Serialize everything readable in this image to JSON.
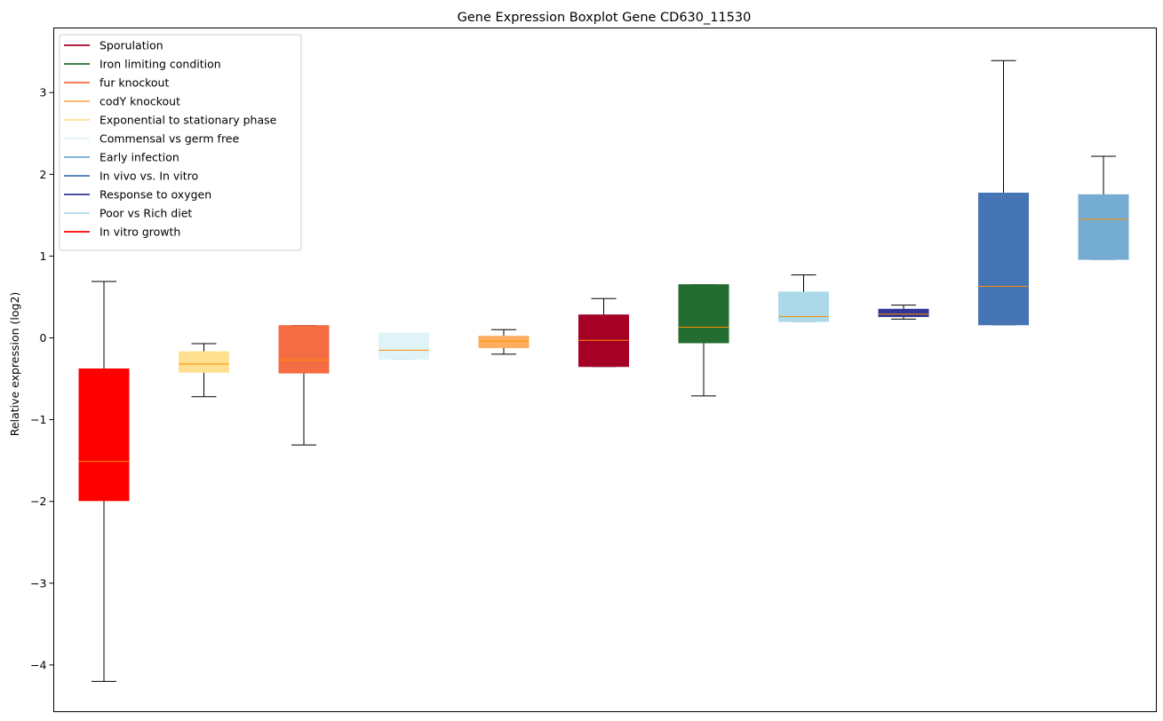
{
  "chart_data": {
    "type": "box",
    "title": "Gene Expression Boxplot Gene CD630_11530",
    "xlabel": "",
    "ylabel": "Relative expression (log2)",
    "ylim": [
      -4.57,
      3.8
    ],
    "yticks": [
      -4,
      -3,
      -2,
      -1,
      0,
      1,
      2,
      3
    ],
    "ytick_labels": [
      "−4",
      "−3",
      "−2",
      "−1",
      "0",
      "1",
      "2",
      "3"
    ],
    "x_ticks_shown": false,
    "legend": {
      "location": "upper-left",
      "entries": [
        {
          "label": "Sporulation",
          "color": "#a50026"
        },
        {
          "label": "Iron limiting condition",
          "color": "#226d2f"
        },
        {
          "label": "fur knockout",
          "color": "#f46d43"
        },
        {
          "label": "codY knockout",
          "color": "#fdae61"
        },
        {
          "label": "Exponential to stationary phase",
          "color": "#fee090"
        },
        {
          "label": "Commensal vs germ free",
          "color": "#e0f3f8"
        },
        {
          "label": "Early infection",
          "color": "#74add1"
        },
        {
          "label": "In vivo vs. In vitro",
          "color": "#4575b4"
        },
        {
          "label": "Response to oxygen",
          "color": "#313695"
        },
        {
          "label": "Poor vs Rich diet",
          "color": "#abd9e9"
        },
        {
          "label": "In vitro growth",
          "color": "#ff0000"
        }
      ]
    },
    "median_color": "#ff8c00",
    "boxes": [
      {
        "condition": "In vitro growth",
        "color": "#ff0000",
        "whislo": -4.2,
        "q1": -1.99,
        "med": -1.51,
        "q3": -0.38,
        "whishi": 0.69
      },
      {
        "condition": "Exponential to stationary phase",
        "color": "#fee090",
        "whislo": -0.72,
        "q1": -0.42,
        "med": -0.32,
        "q3": -0.17,
        "whishi": -0.07
      },
      {
        "condition": "fur knockout",
        "color": "#f46d43",
        "whislo": -1.31,
        "q1": -0.43,
        "med": -0.27,
        "q3": 0.15,
        "whishi": 0.15
      },
      {
        "condition": "Commensal vs germ free",
        "color": "#e0f3f8",
        "whislo": -0.26,
        "q1": -0.26,
        "med": -0.15,
        "q3": 0.06,
        "whishi": 0.06
      },
      {
        "condition": "codY knockout",
        "color": "#fdae61",
        "whislo": -0.2,
        "q1": -0.12,
        "med": -0.04,
        "q3": 0.02,
        "whishi": 0.1
      },
      {
        "condition": "Sporulation",
        "color": "#a50026",
        "whislo": -0.35,
        "q1": -0.35,
        "med": -0.03,
        "q3": 0.28,
        "whishi": 0.48
      },
      {
        "condition": "Iron limiting condition",
        "color": "#226d2f",
        "whislo": -0.71,
        "q1": -0.06,
        "med": 0.13,
        "q3": 0.65,
        "whishi": 0.65
      },
      {
        "condition": "Poor vs Rich diet",
        "color": "#abd9e9",
        "whislo": 0.2,
        "q1": 0.2,
        "med": 0.26,
        "q3": 0.56,
        "whishi": 0.77
      },
      {
        "condition": "Response to oxygen",
        "color": "#313695",
        "whislo": 0.23,
        "q1": 0.26,
        "med": 0.29,
        "q3": 0.35,
        "whishi": 0.4
      },
      {
        "condition": "In vivo vs. In vitro",
        "color": "#4575b4",
        "whislo": 0.16,
        "q1": 0.16,
        "med": 0.63,
        "q3": 1.77,
        "whishi": 3.39
      },
      {
        "condition": "Early infection",
        "color": "#74add1",
        "whislo": 0.96,
        "q1": 0.96,
        "med": 1.45,
        "q3": 1.75,
        "whishi": 2.22
      }
    ]
  }
}
